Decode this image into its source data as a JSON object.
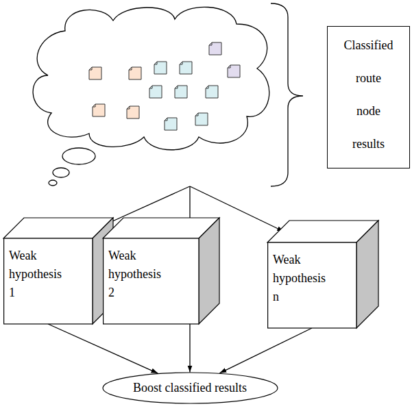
{
  "diagram": {
    "nodes": [
      {
        "text": [
          "Classified route node results"
        ]
      },
      {
        "text": [
          "Weak hypothesis 1"
        ]
      },
      {
        "text": [
          "Weak hypothesis 2"
        ]
      },
      {
        "text": [
          "Weak hypothesis n"
        ]
      },
      {
        "text": [
          "Boost classified results"
        ]
      }
    ],
    "edges": [
      {
        "from": 0,
        "to": 1,
        "arrow": "to"
      },
      {
        "from": 0,
        "to": 2,
        "arrow": "to"
      },
      {
        "from": 0,
        "to": 3,
        "arrow": "to"
      },
      {
        "from": 1,
        "to": 4,
        "arrow": "to"
      },
      {
        "from": 2,
        "to": 4,
        "arrow": "to"
      },
      {
        "from": 3,
        "to": 4,
        "arrow": "to"
      }
    ]
  }
}
